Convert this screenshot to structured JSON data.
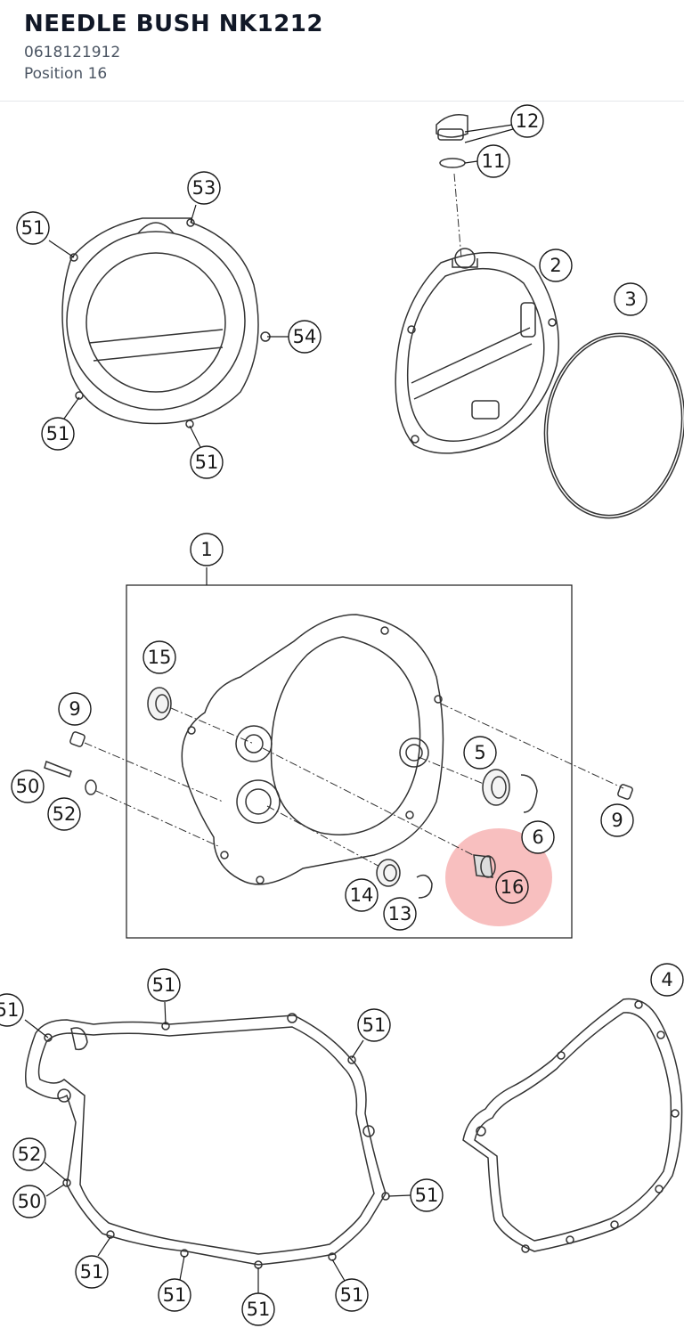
{
  "header": {
    "title": "NEEDLE BUSH NK1212",
    "part_number": "0618121912",
    "position": "Position 16"
  },
  "highlight_color": "#f28b8b",
  "callouts": {
    "c1": "1",
    "c2": "2",
    "c3": "3",
    "c4": "4",
    "c5": "5",
    "c6": "6",
    "c9": "9",
    "c11": "11",
    "c12": "12",
    "c13": "13",
    "c14": "14",
    "c15": "15",
    "c16": "16",
    "c50": "50",
    "c51": "51",
    "c52": "52",
    "c53": "53",
    "c54": "54"
  }
}
